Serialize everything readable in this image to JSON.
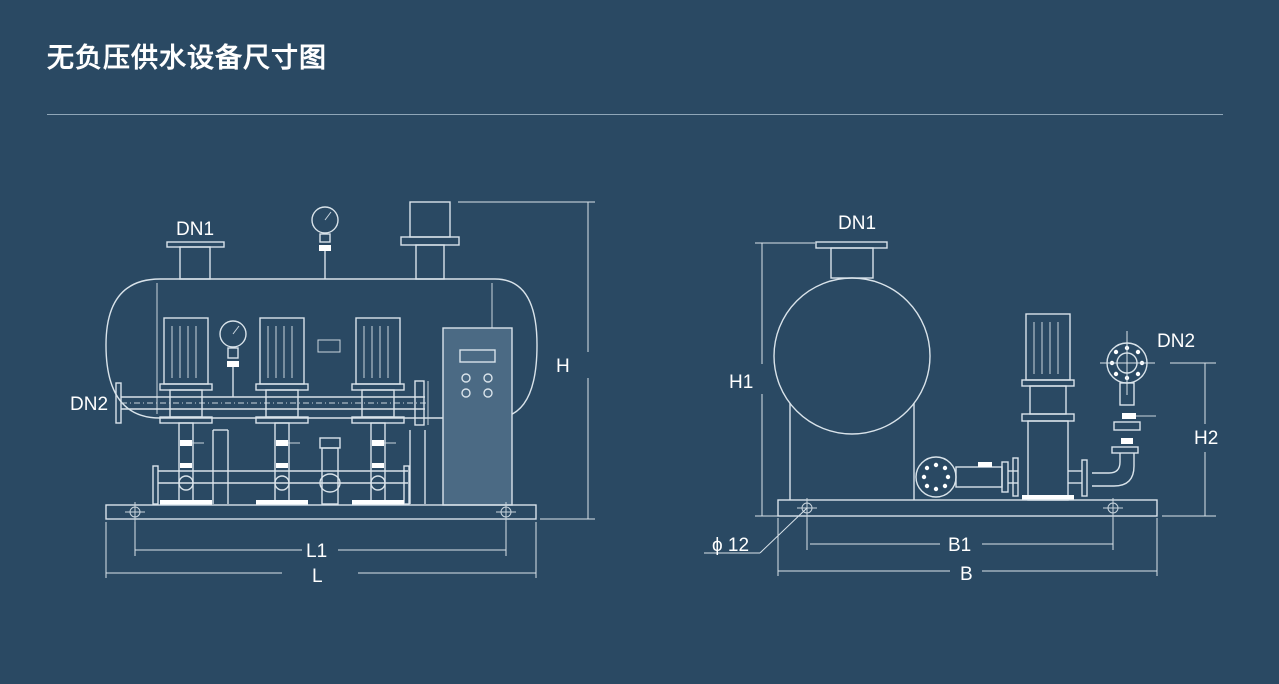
{
  "header": {
    "title": "无负压供水设备尺寸图"
  },
  "front_view": {
    "labels": {
      "dn1": "DN1",
      "dn2": "DN2",
      "h": "H",
      "l1": "L1",
      "l": "L"
    }
  },
  "side_view": {
    "labels": {
      "dn1": "DN1",
      "dn2": "DN2",
      "h1": "H1",
      "h2": "H2",
      "phi": "ϕ 12",
      "b1": "B1",
      "b": "B"
    }
  },
  "colors": {
    "background": "#2a4963",
    "line": "#d9e3ea",
    "panel": "#4b6a84"
  }
}
